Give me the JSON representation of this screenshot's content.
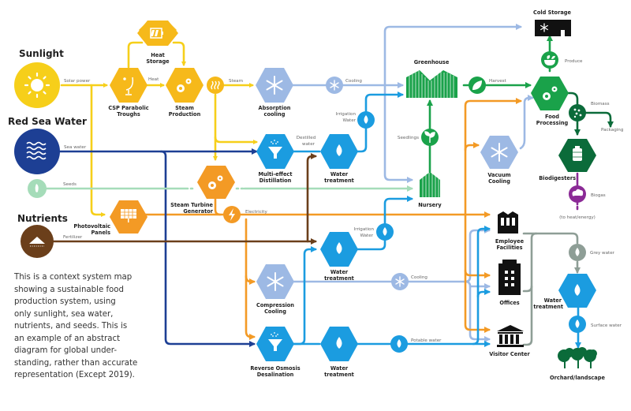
{
  "colors": {
    "sun": "#f6cf1a",
    "orange": "#f39a25",
    "sea": "#1d3f94",
    "water": "#1b9ce0",
    "cool": "#9db9e4",
    "seed": "#a5dcb9",
    "nutrient": "#6b3f1b",
    "green": "#1aa24a",
    "dark_green": "#0b6b3a",
    "purple": "#8b2a96",
    "grey": "#8e9e96",
    "black": "#111111"
  },
  "sources": {
    "sunlight": "Sunlight",
    "red_sea_water": "Red Sea Water",
    "nutrients": "Nutrients"
  },
  "nodes": {
    "heat_storage": [
      "Heat",
      "Storage"
    ],
    "csp": [
      "CSP Parabolic",
      "Troughs"
    ],
    "steam_production": [
      "Steam",
      "Production"
    ],
    "absorption_cooling": [
      "Absorption",
      "cooling"
    ],
    "multi_effect": [
      "Multi-effect",
      "Distillation"
    ],
    "water_treatment_1": [
      "Water",
      "treatment"
    ],
    "steam_turbine": [
      "Steam Turbine",
      "Generator"
    ],
    "photovoltaic": [
      "Photovoltaic",
      "Panels"
    ],
    "water_treatment_2": [
      "Water",
      "treatment"
    ],
    "compression_cooling": [
      "Compression",
      "Cooling"
    ],
    "reverse_osmosis": [
      "Reverse Osmosis",
      "Desalination"
    ],
    "water_treatment_3": [
      "Water",
      "treatment"
    ],
    "greenhouse": "Greenhouse",
    "nursery": "Nursery",
    "vacuum_cooling": [
      "Vacuum",
      "Cooling"
    ],
    "cold_storage": "Cold Storage",
    "food_processing": [
      "Food",
      "Processing"
    ],
    "biodigesters": "Biodigesters",
    "employee_facilities": [
      "Employee",
      "Facilities"
    ],
    "offices": "Offices",
    "visitor_center": "Visitor Center",
    "water_treatment_4": [
      "Water",
      "treatment"
    ],
    "orchard": "Orchard/landscape"
  },
  "flows": {
    "solar_power": "Solar power",
    "heat": "Heat",
    "steam": "Steam",
    "cooling_1": "Cooling",
    "sea_water": "Sea water",
    "distilled_water": [
      "Destilled",
      "water"
    ],
    "irrigation_water_1": [
      "Irrigation",
      "Water"
    ],
    "seeds": "Seeds",
    "seedlings": "Seedlings",
    "electricity": "Electricity",
    "fertilizer": "Fertilizer",
    "irrigation_water_2": [
      "Irrigation",
      "Water"
    ],
    "cooling_2": "Cooling",
    "potable_water": "Potable water",
    "harvest": "Harvest",
    "produce": "Produce",
    "biomass": "Biomass",
    "packaging": "Packaging",
    "biogas": "Biogas",
    "to_heat_energy": "(to heat/energy)",
    "grey_water": "Grey water",
    "surface_water": "Surface water"
  },
  "description": [
    "This is a context system map",
    "showing a sustainable food",
    "production system, using",
    "only sunlight, sea water,",
    "nutrients, and seeds. This is",
    "an example of an abstract",
    "diagram for global under-",
    "standing, rather than accurate",
    "representation (Except 2019)."
  ]
}
